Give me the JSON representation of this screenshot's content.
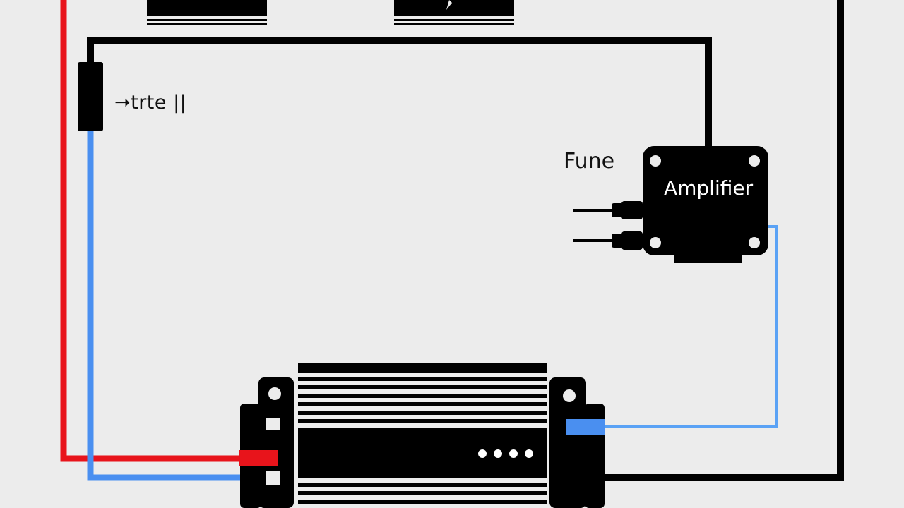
{
  "labels": {
    "fuse_label": "➝trte ||",
    "fune_label": "Fune",
    "amplifier_label": "Amplifier"
  },
  "colors": {
    "background": "#ececec",
    "ground_wire": "#000000",
    "power_wire": "#e8141b",
    "remote_wire": "#4a8ff0",
    "signal_wire": "#5aa2f5",
    "component_body": "#000000"
  }
}
